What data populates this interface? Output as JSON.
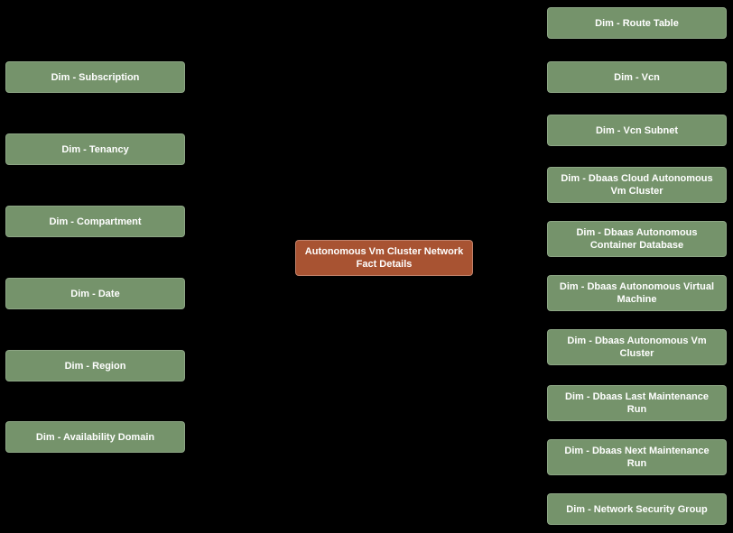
{
  "diagram": {
    "colors": {
      "background": "#000000",
      "dimension": "#75936B",
      "fact": "#A85332",
      "text": "#ffffff"
    },
    "center": {
      "label": "Autonomous Vm Cluster Network Fact Details"
    },
    "left_nodes": [
      {
        "label": "Dim - Subscription"
      },
      {
        "label": "Dim - Tenancy"
      },
      {
        "label": "Dim - Compartment"
      },
      {
        "label": "Dim - Date"
      },
      {
        "label": "Dim - Region"
      },
      {
        "label": "Dim - Availability Domain"
      }
    ],
    "right_nodes": [
      {
        "label": "Dim - Route Table"
      },
      {
        "label": "Dim - Vcn"
      },
      {
        "label": "Dim - Vcn Subnet"
      },
      {
        "label": "Dim - Dbaas Cloud Autonomous Vm Cluster"
      },
      {
        "label": "Dim - Dbaas Autonomous Container Database"
      },
      {
        "label": "Dim - Dbaas Autonomous Virtual Machine"
      },
      {
        "label": "Dim - Dbaas Autonomous Vm Cluster"
      },
      {
        "label": "Dim - Dbaas Last Maintenance Run"
      },
      {
        "label": "Dim - Dbaas Next Maintenance Run"
      },
      {
        "label": "Dim - Network Security Group"
      }
    ]
  }
}
